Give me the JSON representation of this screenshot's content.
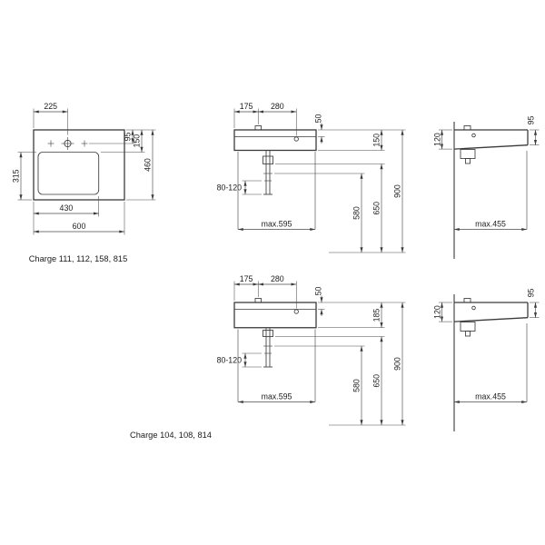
{
  "page": {
    "background": "#ffffff",
    "ink": "#3b3b3b"
  },
  "plan_view": {
    "caption": "Charge 111, 112, 158, 815",
    "dim_tap_offset": "225",
    "dim_tap_from_back": "95",
    "dim_deck_depth": "150",
    "dim_bowl_depth": "315",
    "dim_total_depth": "460",
    "dim_bowl_width": "430",
    "dim_total_width": "600"
  },
  "front_view_top": {
    "dim_tap_from_left": "175",
    "dim_tap_to_overflow": "280",
    "dim_rim_height": "50",
    "dim_body_height": "150",
    "dim_drain_adjust_range": "80-120",
    "dim_clearance_under": "580",
    "dim_underside_height": "650",
    "dim_rim_mounting_height": "900",
    "dim_max_cabinet_width": "max.595"
  },
  "side_view_top": {
    "dim_front_edge_height": "95",
    "dim_wall_edge_height": "120",
    "dim_max_cabinet_depth": "max.455"
  },
  "front_view_bottom": {
    "caption": "Charge 104, 108, 814",
    "dim_tap_from_left": "175",
    "dim_tap_to_overflow": "280",
    "dim_rim_height": "50",
    "dim_body_height": "185",
    "dim_drain_adjust_range": "80-120",
    "dim_clearance_under": "580",
    "dim_underside_height": "650",
    "dim_rim_mounting_height": "900",
    "dim_max_cabinet_width": "max.595"
  },
  "side_view_bottom": {
    "dim_front_edge_height": "95",
    "dim_wall_edge_height": "120",
    "dim_max_cabinet_depth": "max.455"
  }
}
